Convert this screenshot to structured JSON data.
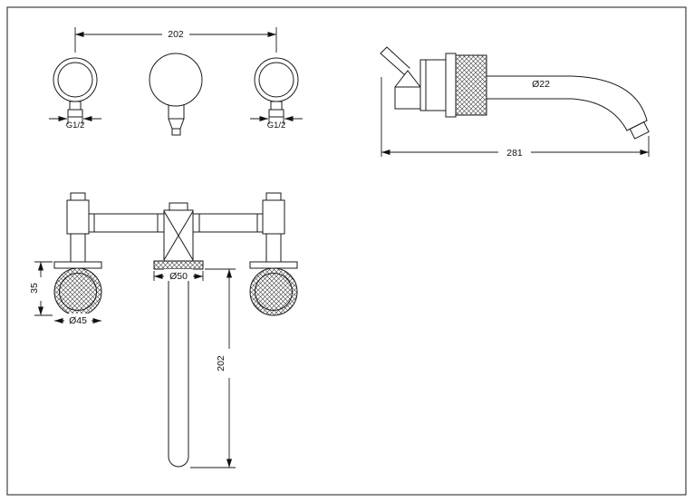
{
  "colors": {
    "line": "#1a1a1a",
    "background": "#ffffff"
  },
  "views": {
    "front": {
      "center_distance": "202",
      "left_inlet_thread": "G1/2",
      "right_inlet_thread": "G1/2"
    },
    "side": {
      "spout_tube_diameter": "Ø22",
      "overall_projection": "281"
    },
    "plan": {
      "handle_height": "35",
      "handle_diameter": "Ø45",
      "escutcheon_diameter": "Ø50",
      "spout_reach": "202"
    }
  }
}
